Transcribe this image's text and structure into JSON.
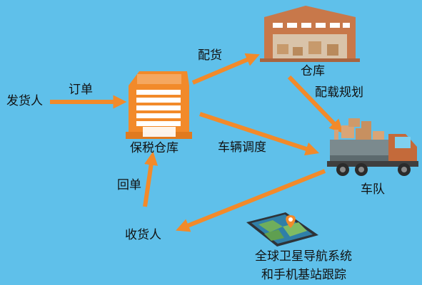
{
  "nodes": {
    "shipper": "发货人",
    "bonded_warehouse": "保税仓库",
    "warehouse": "仓库",
    "fleet": "车队",
    "consignee": "收货人",
    "gps_tracking_line1": "全球卫星导航系统",
    "gps_tracking_line2": "和手机基站跟踪"
  },
  "edges": {
    "order": "订单",
    "distribution": "配货",
    "load_planning": "配载规划",
    "vehicle_dispatch": "车辆调度",
    "receipt_return": "回单"
  },
  "colors": {
    "background": "#5fc0ea",
    "arrow": "#f28a2a",
    "building": "#f28a2a",
    "warehouse_wall": "#c8784a",
    "truck_cab": "#c46a3a"
  }
}
